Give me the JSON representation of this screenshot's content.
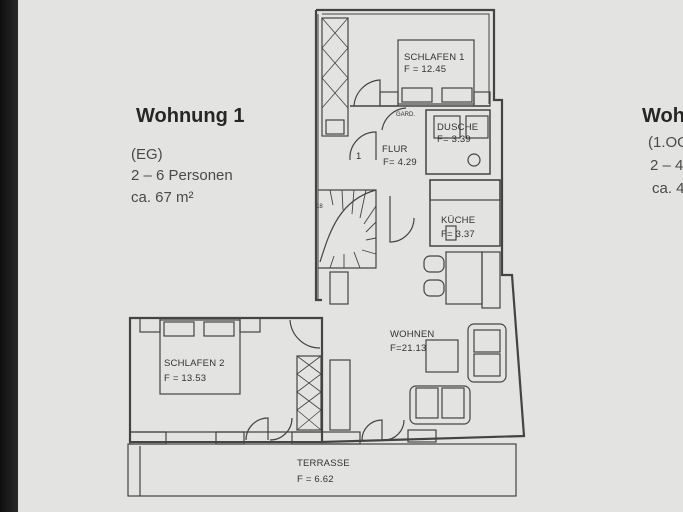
{
  "left_unit": {
    "title": "Wohnung 1",
    "floor": "(EG)",
    "persons": "2 – 6 Personen",
    "area": "ca. 67 m²"
  },
  "right_unit": {
    "title": "Woh",
    "floor": "(1.OG",
    "persons": "2 – 4",
    "area": "ca. 4"
  },
  "rooms": {
    "schlafen1": {
      "name": "SCHLAFEN 1",
      "area": "F = 12.45"
    },
    "dusche": {
      "name": "DUSCHE",
      "area": "F= 3.39"
    },
    "flur": {
      "name": "FLUR",
      "area": "F= 4.29"
    },
    "kueche": {
      "name": "KÜCHE",
      "area": "F= 3.37"
    },
    "wohnen": {
      "name": "WOHNEN",
      "area": "F=21.13"
    },
    "schlafen2": {
      "name": "SCHLAFEN 2",
      "area": "F = 13.53"
    },
    "terrasse": {
      "name": "TERRASSE",
      "area": "F = 6.62"
    }
  },
  "labels": {
    "flur_number": "1",
    "stairs_number": "18",
    "garderobe": "GARD."
  }
}
